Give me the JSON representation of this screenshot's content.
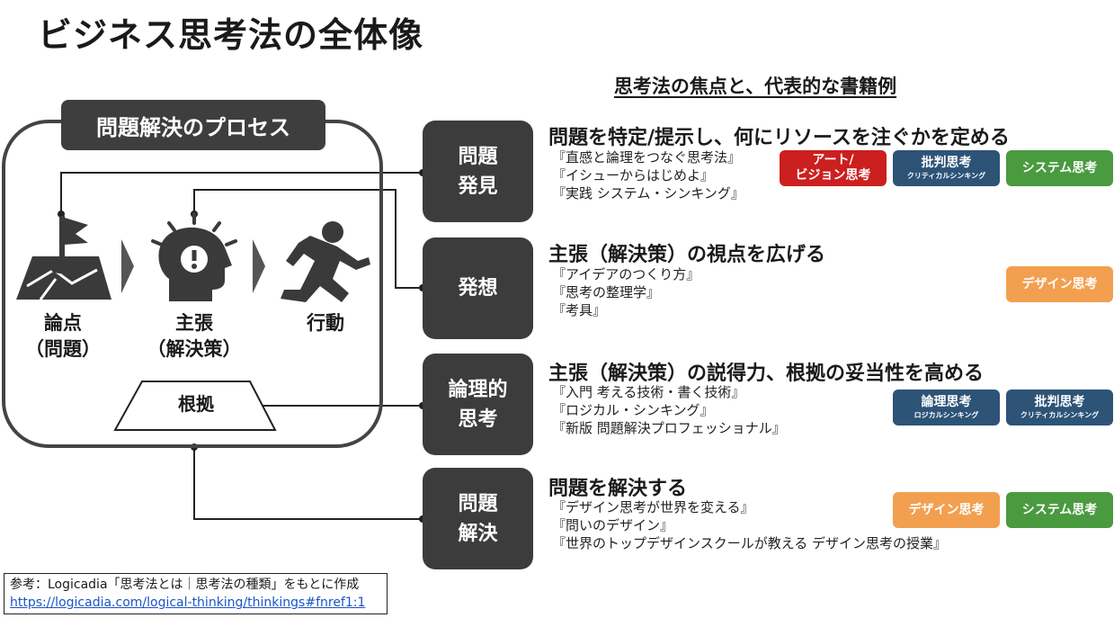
{
  "title": "ビジネス思考法の全体像",
  "subtitle": "思考法の焦点と、代表的な書籍例",
  "process": {
    "label": "問題解決のプロセス",
    "nodes": [
      {
        "icon": "map-flag-icon",
        "label_line1": "論点",
        "label_line2": "（問題）"
      },
      {
        "icon": "lightbulb-head-icon",
        "label_line1": "主張",
        "label_line2": "（解決策）"
      },
      {
        "icon": "running-person-icon",
        "label_line1": "行動",
        "label_line2": ""
      }
    ],
    "basis": "根拠"
  },
  "stages": [
    {
      "name": "問題\n発見",
      "heading": "問題を特定/提示し、何にリソースを注ぐかを定める",
      "books": [
        "『直感と論理をつなぐ思考法』",
        "『イシューからはじめよ』",
        "『実践 システム・シンキング』"
      ],
      "tags": [
        {
          "label": "アート/\nビジョン思考",
          "sub": "",
          "color": "#cc1f1f"
        },
        {
          "label": "批判思考",
          "sub": "クリティカルシンキング",
          "color": "#2d5377"
        },
        {
          "label": "システム思考",
          "sub": "",
          "color": "#4a9a3f"
        }
      ]
    },
    {
      "name": "発想",
      "heading": "主張（解決策）の視点を広げる",
      "books": [
        "『アイデアのつくり方』",
        "『思考の整理学』",
        "『考具』"
      ],
      "tags": [
        {
          "label": "デザイン思考",
          "sub": "",
          "color": "#f2a050"
        }
      ]
    },
    {
      "name": "論理的\n思考",
      "heading": "主張（解決策）の説得力、根拠の妥当性を高める",
      "books": [
        "『入門 考える技術・書く技術』",
        "『ロジカル・シンキング』",
        "『新版 問題解決プロフェッショナル』"
      ],
      "tags": [
        {
          "label": "論理思考",
          "sub": "ロジカルシンキング",
          "color": "#2d5377"
        },
        {
          "label": "批判思考",
          "sub": "クリティカルシンキング",
          "color": "#2d5377"
        }
      ]
    },
    {
      "name": "問題\n解決",
      "heading": "問題を解決する",
      "books": [
        "『デザイン思考が世界を変える』",
        "『問いのデザイン』",
        "『世界のトップデザインスクールが教える デザイン思考の授業』"
      ],
      "tags": [
        {
          "label": "デザイン思考",
          "sub": "",
          "color": "#f2a050"
        },
        {
          "label": "システム思考",
          "sub": "",
          "color": "#4a9a3f"
        }
      ]
    }
  ],
  "reference": {
    "text": "参考：Logicadia「思考法とは｜思考法の種類」をもとに作成",
    "url": "https://logicadia.com/logical-thinking/thinkings#fnref1:1"
  }
}
